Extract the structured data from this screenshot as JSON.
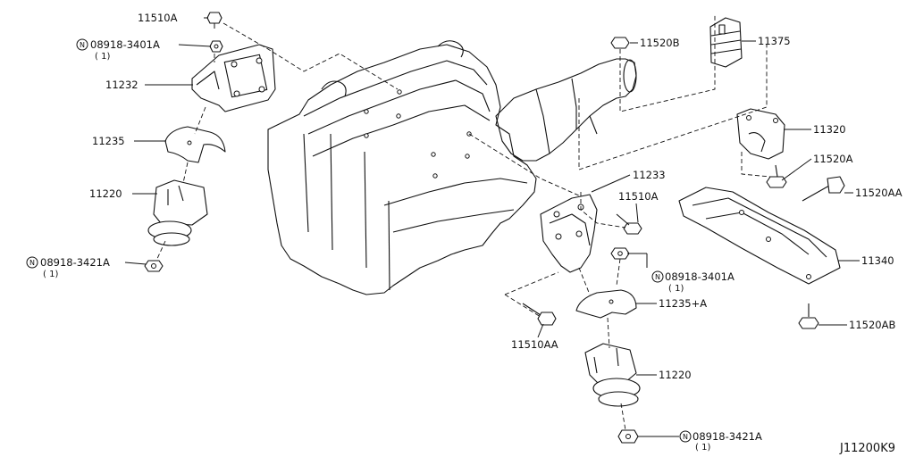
{
  "diagram": {
    "reference": "J11200K9",
    "callouts": [
      {
        "id": "c1",
        "part": "11510A"
      },
      {
        "id": "c2",
        "part": "08918-3401A",
        "qty": "( 1)",
        "marker": "N"
      },
      {
        "id": "c3",
        "part": "11232"
      },
      {
        "id": "c4",
        "part": "11235"
      },
      {
        "id": "c5",
        "part": "11220"
      },
      {
        "id": "c6",
        "part": "08918-3421A",
        "qty": "( 1)",
        "marker": "N"
      },
      {
        "id": "c7",
        "part": "11520B"
      },
      {
        "id": "c8",
        "part": "11375"
      },
      {
        "id": "c9",
        "part": "11320"
      },
      {
        "id": "c10",
        "part": "11520A"
      },
      {
        "id": "c11",
        "part": "11520AA"
      },
      {
        "id": "c12",
        "part": "11340"
      },
      {
        "id": "c13",
        "part": "11520AB"
      },
      {
        "id": "c14",
        "part": "11233"
      },
      {
        "id": "c15",
        "part": "11510A"
      },
      {
        "id": "c16",
        "part": "08918-3401A",
        "qty": "( 1)",
        "marker": "N"
      },
      {
        "id": "c17",
        "part": "11235+A"
      },
      {
        "id": "c18",
        "part": "11510AA"
      },
      {
        "id": "c19",
        "part": "11220"
      },
      {
        "id": "c20",
        "part": "08918-3421A",
        "qty": "( 1)",
        "marker": "N"
      }
    ]
  }
}
